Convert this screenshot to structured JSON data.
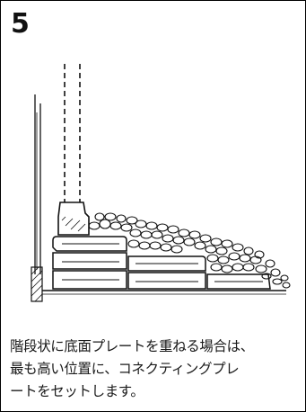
{
  "step": {
    "number": "5"
  },
  "caption": {
    "lines": [
      "階段状に底面プレートを重ねる場合は、",
      "最も高い位置に、コネクティングプレ",
      "ートをセットします。"
    ]
  },
  "illustration": {
    "subject": "stepped stacked base plates with connecting plate and stone fill",
    "stroke_color": "#111111"
  }
}
